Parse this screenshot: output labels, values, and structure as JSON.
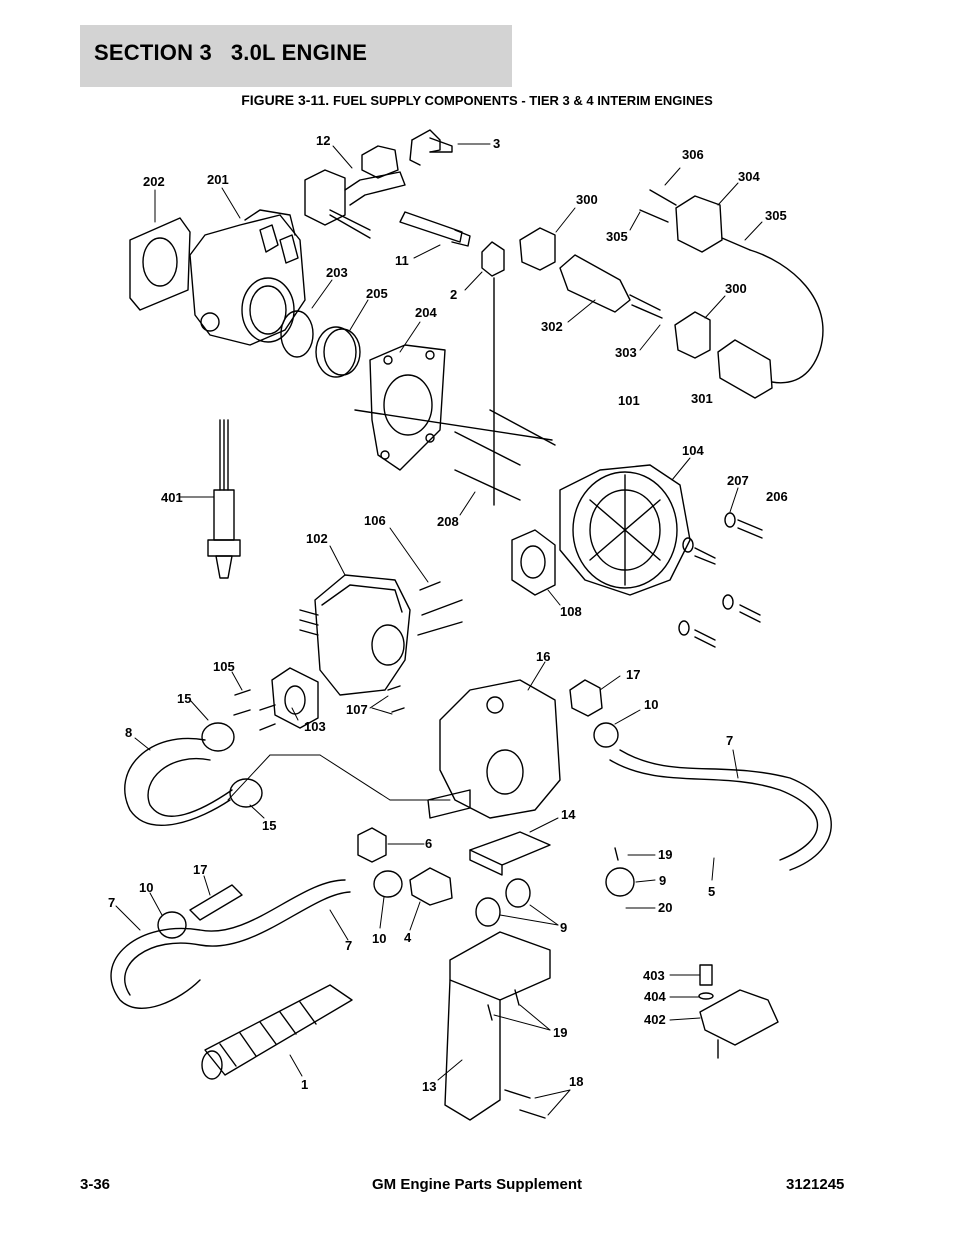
{
  "header": {
    "section_title": "SECTION 3   3.0L ENGINE"
  },
  "figure": {
    "number": "FIGURE 3-11.",
    "title": "FUEL SUPPLY COMPONENTS - TIER 3 & 4 INTERIM ENGINES"
  },
  "callouts": {
    "c12": "12",
    "c3": "3",
    "c306": "306",
    "c304": "304",
    "c202": "202",
    "c201": "201",
    "c300a": "300",
    "c305a": "305",
    "c305b": "305",
    "c11": "11",
    "c203": "203",
    "c2": "2",
    "c205": "205",
    "c204": "204",
    "c302": "302",
    "c300b": "300",
    "c303": "303",
    "c301": "301",
    "c101": "101",
    "c104": "104",
    "c401": "401",
    "c207": "207",
    "c206": "206",
    "c106": "106",
    "c208": "208",
    "c102": "102",
    "c108": "108",
    "c16": "16",
    "c105": "105",
    "c17a": "17",
    "c15a": "15",
    "c10a": "10",
    "c107": "107",
    "c103": "103",
    "c8": "8",
    "c7a": "7",
    "c15b": "15",
    "c14": "14",
    "c6": "6",
    "c19a": "19",
    "c9a": "9",
    "c17b": "17",
    "c5": "5",
    "c20": "20",
    "c10b": "10",
    "c7b": "7",
    "c9b": "9",
    "c7c": "7",
    "c10c": "10",
    "c4": "4",
    "c403": "403",
    "c404": "404",
    "c402": "402",
    "c19b": "19",
    "c1": "1",
    "c18": "18",
    "c13": "13"
  },
  "footer": {
    "page": "3-36",
    "manual": "GM Engine Parts Supplement",
    "doc_number": "3121245"
  }
}
